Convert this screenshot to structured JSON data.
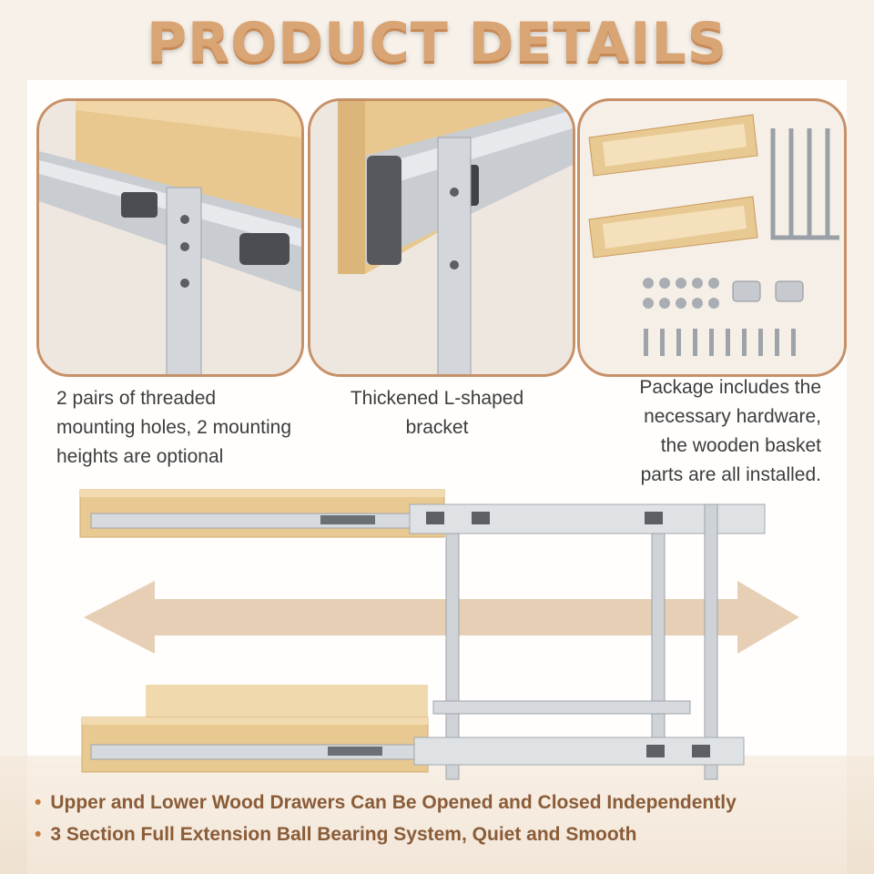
{
  "title": "PRODUCT DETAILS",
  "captions": {
    "left": [
      "2 pairs of threaded",
      "mounting holes, 2 mounting",
      "heights are optional"
    ],
    "middle": [
      "Thickened L-shaped",
      "bracket"
    ],
    "right": [
      "Package includes the",
      "necessary hardware,",
      "the wooden basket",
      "parts are all installed."
    ]
  },
  "bullets": [
    "Upper and Lower Wood Drawers Can Be Opened and Closed Independently",
    "3 Section Full Extension Ball Bearing System, Quiet and Smooth"
  ],
  "colors": {
    "title": "#d9a574",
    "panel_border": "#c79168",
    "bullet_text": "#8a5c38",
    "wood": "#e8c992",
    "arrow": "#e2c7a8"
  }
}
